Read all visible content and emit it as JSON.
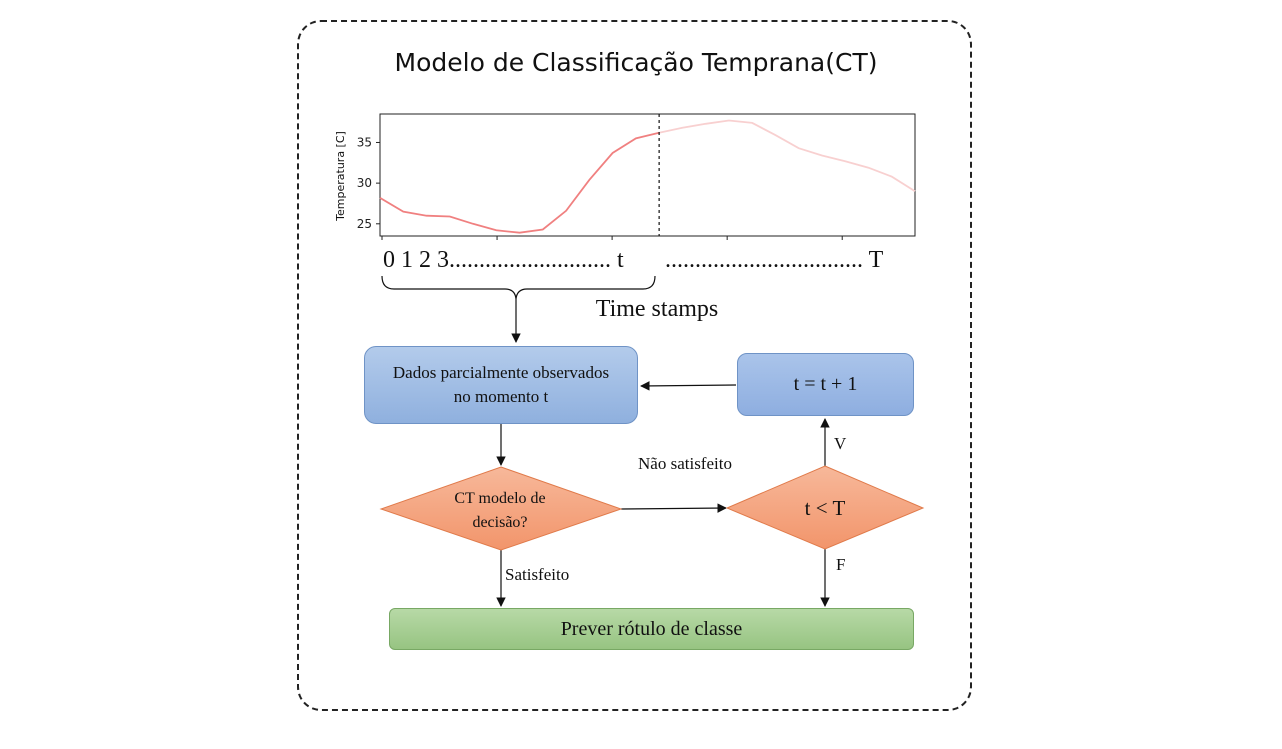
{
  "diagram": {
    "title": "Modelo de Classificação Temprana(CT)",
    "timeline": {
      "left_text": "0 1 2 3........................... t",
      "right_text": "................................. T",
      "caption": "Time stamps"
    },
    "nodes": {
      "partial_data": "Dados parcialmente observados no momento t",
      "increment": "t = t + 1",
      "decision": "CT modelo de decisão?",
      "condition": "t < T",
      "predict": "Prever rótulo de classe"
    },
    "edges": {
      "not_satisfied": "Não satisfeito",
      "satisfied": "Satisfeito",
      "true_label": "V",
      "false_label": "F"
    },
    "colors": {
      "blue_box": "#9dbbe4",
      "orange_diamond": "#f4a582",
      "green_box": "#a8cf95",
      "series_line": "#f08080",
      "future_line": "#f8d0d0"
    }
  },
  "chart_data": {
    "type": "line",
    "ylabel": "Temperatura [C]",
    "yticks": [
      25,
      30,
      35
    ],
    "ylim": [
      23.5,
      38.5
    ],
    "xlim": [
      0,
      23
    ],
    "observed_until": 12,
    "series": [
      {
        "x": [
          0,
          1,
          2,
          3,
          4,
          5,
          6,
          7,
          8,
          9,
          10,
          11,
          12
        ],
        "values": [
          28.2,
          26.5,
          26.0,
          25.9,
          25.0,
          24.2,
          23.9,
          24.3,
          26.6,
          30.4,
          33.7,
          35.5,
          36.2
        ]
      },
      {
        "x": [
          12,
          13,
          14,
          15,
          16,
          17,
          18,
          19,
          20,
          21,
          22,
          23
        ],
        "values": [
          36.2,
          36.8,
          37.3,
          37.7,
          37.4,
          35.9,
          34.3,
          33.4,
          32.7,
          31.9,
          30.8,
          29.0
        ]
      }
    ]
  }
}
